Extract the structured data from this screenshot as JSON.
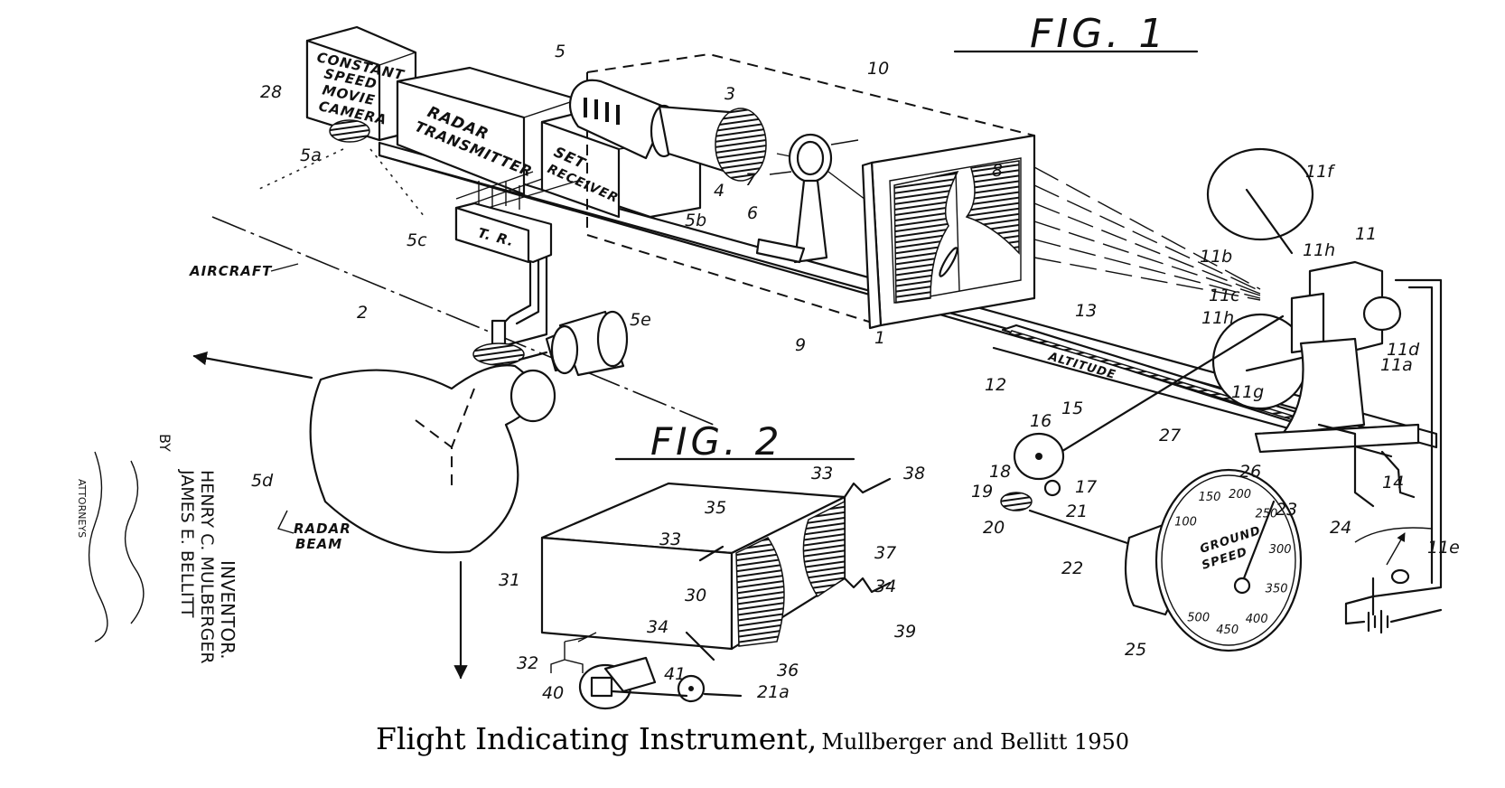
{
  "caption": {
    "title": "Flight Indicating Instrument,",
    "subtitle": "Mullberger and Bellitt 1950"
  },
  "figures": [
    {
      "id": "fig1",
      "label": "FIG. 1"
    },
    {
      "id": "fig2",
      "label": "FIG. 2"
    }
  ],
  "component_text": {
    "camera": [
      "CONSTANT",
      "SPEED",
      "MOVIE",
      "CAMERA"
    ],
    "radar_transmitter": [
      "RADAR",
      "TRANSMITTER"
    ],
    "set_receiver": [
      "SET",
      "RECEIVER"
    ],
    "tr_box": "T. R.",
    "aircraft": "AIRCRAFT",
    "radar_beam": [
      "RADAR",
      "BEAM"
    ],
    "altitude_scale": "ALTITUDE",
    "dial_text": [
      "GROUND",
      "SPEED"
    ]
  },
  "ground_speed_dial": {
    "ticks": [
      "100",
      "150",
      "200",
      "250",
      "300",
      "350",
      "400",
      "450",
      "500"
    ]
  },
  "inventors_block": {
    "heading": "INVENTOR.",
    "names": [
      "HENRY C. MULBERGER",
      "JAMES E. BELLITT"
    ],
    "by": "BY",
    "attorneys": "ATTORNEYS"
  },
  "reference_numerals": {
    "n28": "28",
    "n5": "5",
    "n5a": "5a",
    "n5b": "5b",
    "n5c": "5c",
    "n5d": "5d",
    "n5e": "5e",
    "n3": "3",
    "n4": "4",
    "n6": "6",
    "n7": "7",
    "n8": "8",
    "n9": "9",
    "n10": "10",
    "n1": "1",
    "n2": "2",
    "n11": "11",
    "n11a": "11a",
    "n11b": "11b",
    "n11c": "11c",
    "n11d": "11d",
    "n11e": "11e",
    "n11f": "11f",
    "n11g": "11g",
    "n11h1": "11h",
    "n11h2": "11h",
    "n12": "12",
    "n13": "13",
    "n14": "14",
    "n15": "15",
    "n16": "16",
    "n17": "17",
    "n18": "18",
    "n19": "19",
    "n20": "20",
    "n21": "21",
    "n21a": "21a",
    "n22": "22",
    "n23": "23",
    "n24": "24",
    "n25": "25",
    "n26": "26",
    "n27": "27",
    "n30": "30",
    "n31": "31",
    "n32": "32",
    "n33a": "33",
    "n33b": "33",
    "n34a": "34",
    "n34b": "34",
    "n35": "35",
    "n36": "36",
    "n37": "37",
    "n38": "38",
    "n39": "39",
    "n40": "40",
    "n41": "41"
  }
}
